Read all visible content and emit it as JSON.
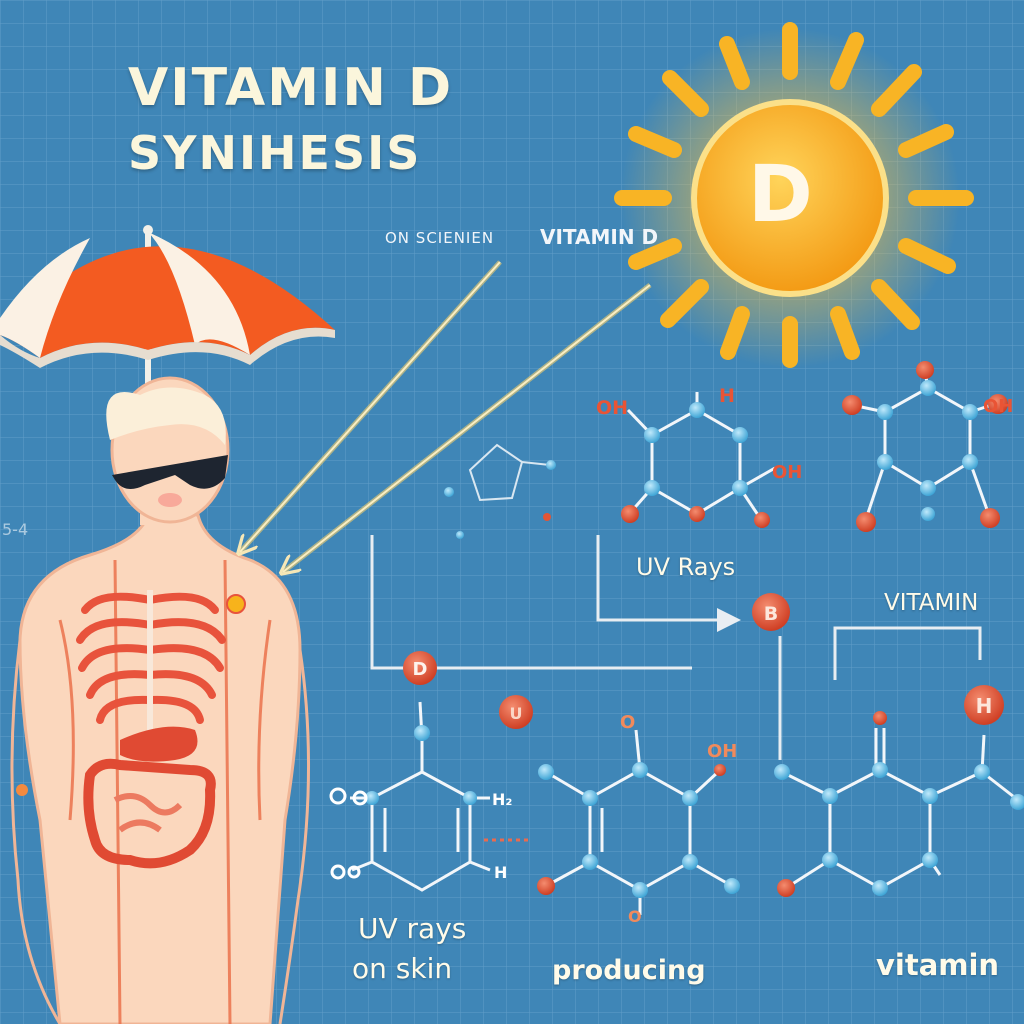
{
  "title": {
    "line1": "VITAMIN D",
    "line2": "SYNIHESIS"
  },
  "labels": {
    "subtitle_prefix": "ON SCIENIEN",
    "subtitle_main": "VITAMIN D",
    "uv_rays": "UV Rays",
    "vitamin_right": "VITAMIN",
    "uv_rays_skin_1": "UV rays",
    "uv_rays_skin_2": "on skin",
    "producing": "producing",
    "vitamin_bottom": "vitamin",
    "edge_mark": "5-4"
  },
  "sun": {
    "letter": "D"
  },
  "atoms": {
    "oh": "OH",
    "h": "H",
    "d": "D",
    "b": "B",
    "o": "O",
    "u": "U",
    "oh_small": "OH",
    "h_small": "H",
    "h_sub": "H₂",
    "h_ring": "H",
    "o_small": "O"
  },
  "colors": {
    "background": "#3f86b7",
    "grid": "#7fb2d4",
    "sun": "#f7a51c",
    "umbrella": "#f25a22",
    "atom_blue": "#62c0ea",
    "atom_red": "#e25535",
    "skin": "#fbd7bd",
    "arrow": "#f2d48a"
  },
  "icons": [
    "sun-icon",
    "umbrella-icon",
    "sunglasses-icon",
    "person-figure",
    "rib-cage",
    "intestines"
  ]
}
